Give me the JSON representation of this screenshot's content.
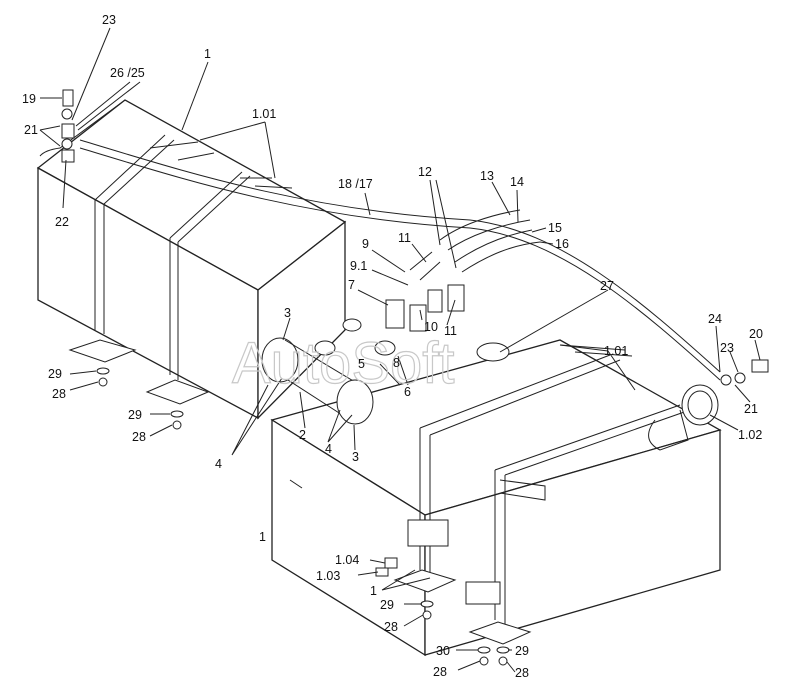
{
  "watermark": "AutoSoft",
  "labels": {
    "l23": "23",
    "l19": "19",
    "l26_25": "26 /25",
    "l1a": "1",
    "l101a": "1.01",
    "l21a": "21",
    "l22": "22",
    "l18_17": "18 /17",
    "l13": "13",
    "l14": "14",
    "l12": "12",
    "l15": "15",
    "l16": "16",
    "l11a": "11",
    "l9": "9",
    "l91": "9.1",
    "l7": "7",
    "l10": "10",
    "l11b": "11",
    "l27": "27",
    "l3a": "3",
    "l5": "5",
    "l8": "8",
    "l6": "6",
    "l101b": "1.01",
    "l24": "24",
    "l20": "20",
    "l23b": "23",
    "l21b": "21",
    "l102": "1.02",
    "l29a": "29",
    "l28a": "28",
    "l29b": "29",
    "l28b": "28",
    "l2": "2",
    "l4a": "4",
    "l4b": "4",
    "l3b": "3",
    "l1b": "1",
    "l104": "1.04",
    "l103": "1.03",
    "l1c": "1",
    "l29c": "29",
    "l28c": "28",
    "l30": "30",
    "l29d": "29",
    "l28d": "28",
    "l28e": "28"
  }
}
